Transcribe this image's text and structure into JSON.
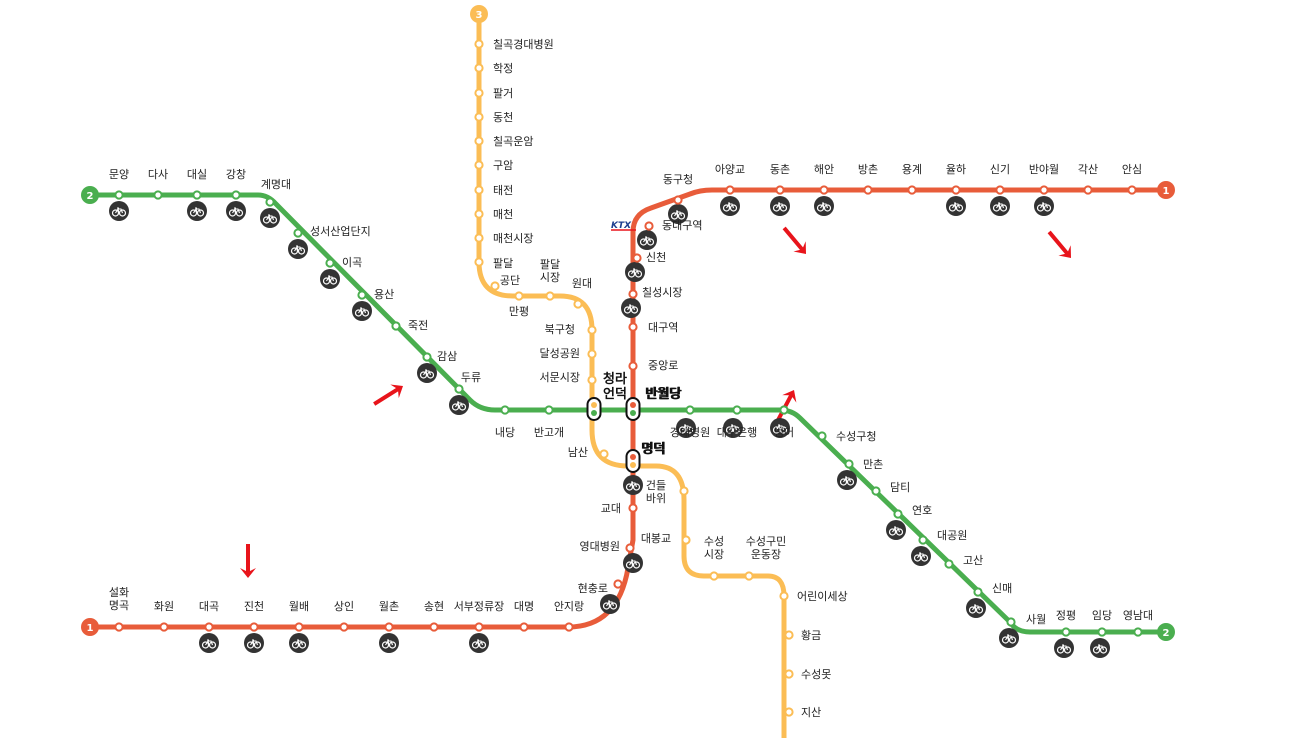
{
  "colors": {
    "line1": "#e85c3a",
    "line2": "#4aae4f",
    "line3": "#fbbd55",
    "bike_bg": "#333333",
    "arrow": "#e8141b"
  },
  "badges": {
    "line1": "1",
    "line2": "2",
    "line3": "3"
  },
  "ktx": "KTX",
  "stations": {
    "line1": [
      "설화\n명곡",
      "화원",
      "대곡",
      "진천",
      "월배",
      "상인",
      "월촌",
      "송현",
      "서부정류장",
      "대명",
      "안지랑",
      "현충로",
      "영대병원",
      "교대",
      "명덕",
      "반월당",
      "중앙로",
      "대구역",
      "칠성시장",
      "신천",
      "동대구역",
      "동구청",
      "아양교",
      "동촌",
      "해안",
      "방촌",
      "용계",
      "율하",
      "신기",
      "반야월",
      "각산",
      "안심"
    ],
    "line2": [
      "문양",
      "다사",
      "대실",
      "강창",
      "계명대",
      "성서산업단지",
      "이곡",
      "용산",
      "죽전",
      "감삼",
      "두류",
      "내당",
      "반고개",
      "청라\n언덕",
      "반월당",
      "경대병원",
      "대구은행",
      "범어",
      "수성구청",
      "만촌",
      "담티",
      "연호",
      "대공원",
      "고산",
      "신매",
      "사월",
      "정평",
      "임당",
      "영남대"
    ],
    "line3": [
      "칠곡경대병원",
      "학정",
      "팔거",
      "동천",
      "칠곡운암",
      "구암",
      "태전",
      "매천",
      "매천시장",
      "팔달",
      "공단",
      "만평",
      "팔달\n시장",
      "원대",
      "북구청",
      "달성공원",
      "서문시장",
      "청라\n언덕",
      "남산",
      "명덕",
      "건들\n바위",
      "대봉교",
      "수성\n시장",
      "수성구민\n운동장",
      "어린이세상",
      "황금",
      "수성못",
      "지산"
    ]
  }
}
